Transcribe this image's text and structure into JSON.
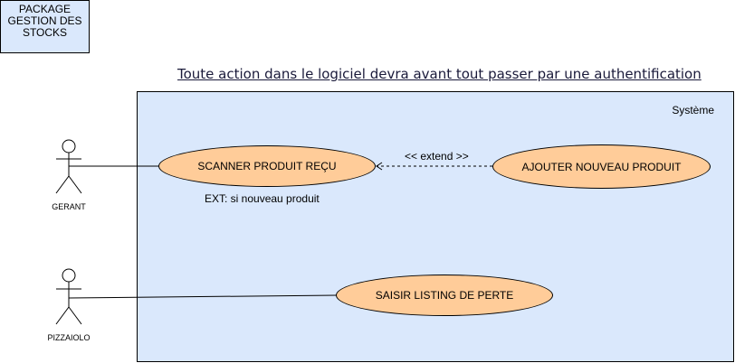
{
  "package": {
    "title": "PACKAGE\nGESTION DES\nSTOCKS"
  },
  "headline": "Toute action dans le logiciel devra avant tout passer par une authentification",
  "system": {
    "label": "Système"
  },
  "actors": [
    {
      "name": "GERANT"
    },
    {
      "name": "PIZZAIOLO"
    }
  ],
  "use_cases": [
    {
      "label": "SCANNER PRODUIT REÇU"
    },
    {
      "label": "AJOUTER NOUVEAU PRODUIT"
    },
    {
      "label": "SAISIR LISTING DE PERTE"
    }
  ],
  "relations": {
    "extend_label": "<< extend >>",
    "extension_point": "EXT: si nouveau produit"
  },
  "colors": {
    "container_fill": "#dae8fc",
    "use_case_fill": "#ffcc99",
    "stroke": "#000000"
  }
}
